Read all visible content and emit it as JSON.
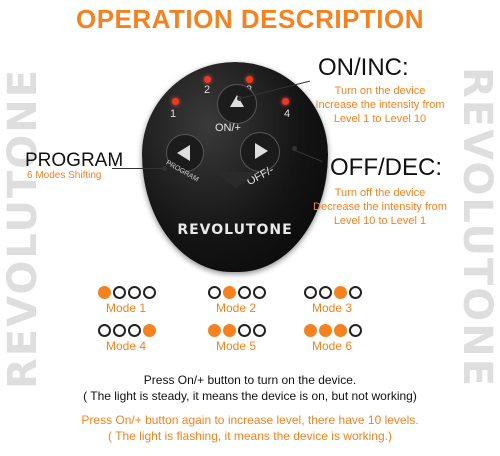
{
  "brand_side_text": "REVOLUTONE",
  "title": "OPERATION DESCRIPTION",
  "device": {
    "brand": "REVOLUTONE",
    "led_labels": [
      "1",
      "2",
      "3",
      "4"
    ],
    "on_label": "ON/+",
    "program_label": "PROGRAM",
    "off_label": "OFF/-"
  },
  "on_inc": {
    "label": "ON/INC:",
    "lines": [
      "Turn on the device",
      "Increase the intensity from",
      "Level 1 to Level 10"
    ]
  },
  "off_dec": {
    "label": "OFF/DEC:",
    "lines": [
      "Turn off the device",
      "Decrease the intensity from",
      "Level 10 to Level 1"
    ]
  },
  "program": {
    "label": "PROGRAM",
    "sub": "6 Modes Shifting"
  },
  "modes": [
    {
      "label": "Mode 1",
      "lit": [
        1,
        0,
        0,
        0
      ]
    },
    {
      "label": "Mode 2",
      "lit": [
        0,
        1,
        0,
        0
      ]
    },
    {
      "label": "Mode 3",
      "lit": [
        0,
        0,
        1,
        0
      ]
    },
    {
      "label": "Mode 4",
      "lit": [
        0,
        0,
        0,
        1
      ]
    },
    {
      "label": "Mode 5",
      "lit": [
        1,
        1,
        0,
        0
      ]
    },
    {
      "label": "Mode 6",
      "lit": [
        1,
        1,
        1,
        0
      ]
    }
  ],
  "instructions": {
    "line1": "Press On/+ button to turn on the device.",
    "line2": "( The light is steady, it means the device is on, but not working)",
    "line3": "Press On/+ button again to increase level, there have 10 levels.",
    "line4": "( The light is flashing, it means the device is working.)"
  },
  "colors": {
    "accent": "#f58220",
    "led": "#e53a2b",
    "text": "#111111"
  }
}
